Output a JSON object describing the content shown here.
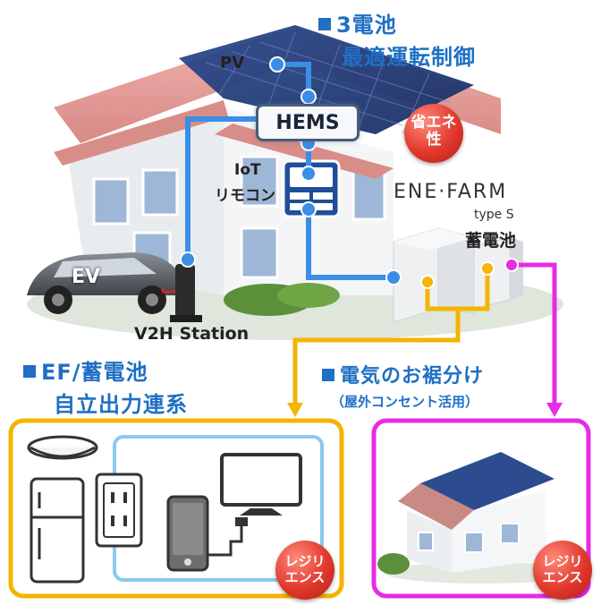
{
  "title_3batteries": {
    "line1": "3電池",
    "line2": "最適運転制御"
  },
  "labels": {
    "pv": "PV",
    "hems": "HEMS",
    "iot_line1": "IoT",
    "iot_line2": "リモコン",
    "enefarm": "ENE·FARM",
    "enefarm_type": "type S",
    "storage_battery": "蓄電池",
    "ev": "EV",
    "v2h_station": "V2H Station"
  },
  "badges": {
    "energy_saving_line1": "省エネ",
    "energy_saving_line2": "性",
    "resilience_left_line1": "レジリ",
    "resilience_left_line2": "エンス",
    "resilience_right_line1": "レジリ",
    "resilience_right_line2": "エンス"
  },
  "section_left": {
    "line1": "EF/蓄電池",
    "line2": "自立出力連系"
  },
  "section_right": {
    "line1": "電気のお裾分け",
    "line2": "（屋外コンセント活用）"
  },
  "colors": {
    "blue_line": "#3a8ee6",
    "orange_line": "#f4b400",
    "magenta_line": "#e62ce6",
    "title_blue": "#1f6fc4",
    "badge_red": "#e0382c"
  }
}
